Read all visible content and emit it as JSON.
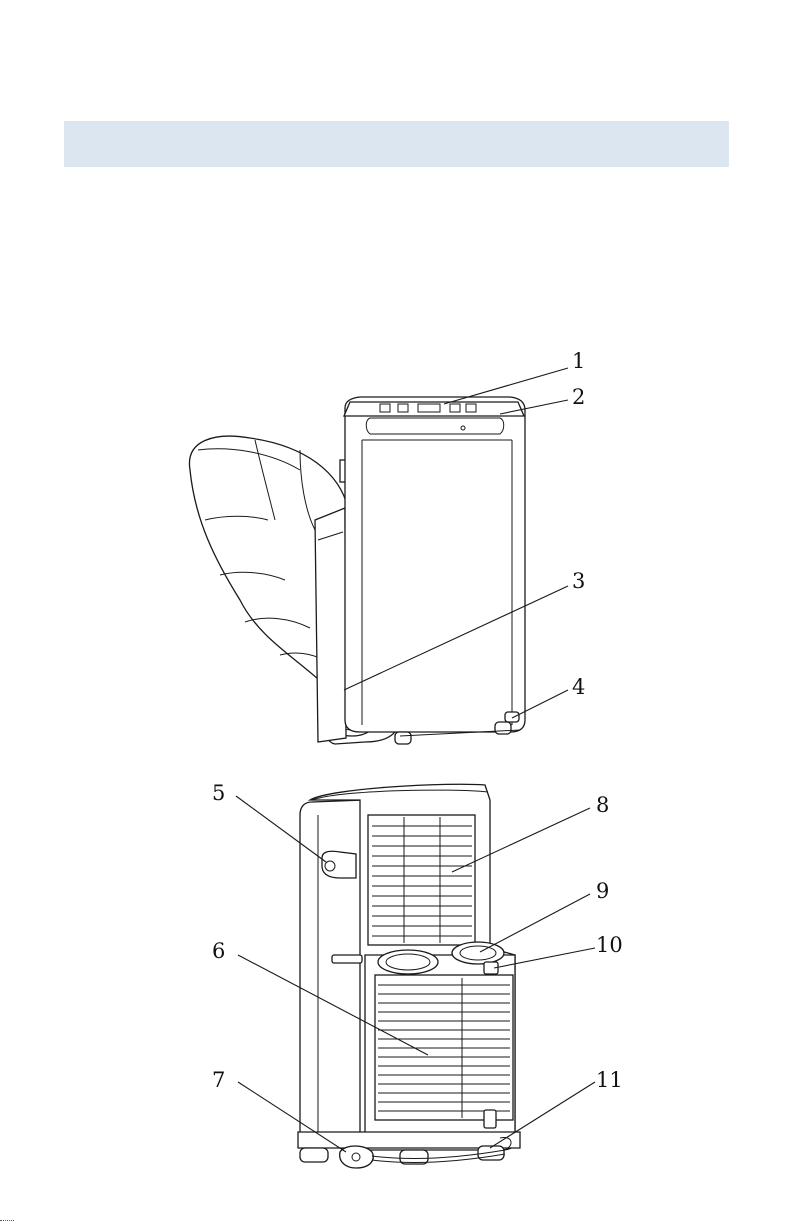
{
  "header": {
    "title": ""
  },
  "callouts": {
    "c1": "1",
    "c2": "2",
    "c3": "3",
    "c4": "4",
    "c5": "5",
    "c6": "6",
    "c7": "7",
    "c8": "8",
    "c9": "9",
    "c10": "10",
    "c11": "11"
  }
}
